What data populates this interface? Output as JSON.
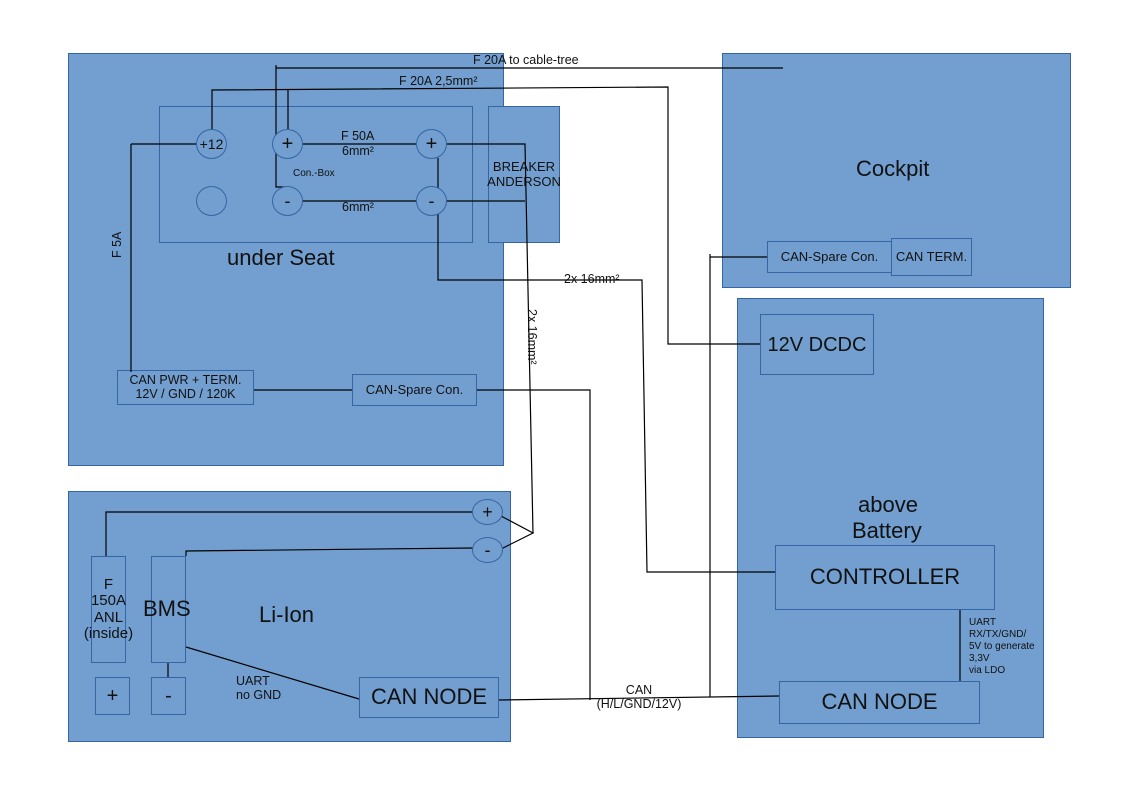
{
  "regions": {
    "under_seat": {
      "title": "under Seat"
    },
    "cockpit": {
      "title": "Cockpit"
    },
    "above_battery": {
      "title_line1": "above",
      "title_line2": "Battery"
    },
    "li_ion": {
      "title": "Li-Ion"
    }
  },
  "components": {
    "con_box_label": "Con.-Box",
    "terminal_plus12": "+12",
    "terminal_plus": "+",
    "terminal_minus": "-",
    "breaker": {
      "line1": "BREAKER",
      "line2": "ANDERSON"
    },
    "can_pwr_term": {
      "line1": "CAN PWR + TERM.",
      "line2": "12V / GND / 120K"
    },
    "can_spare_con_seat": "CAN-Spare Con.",
    "can_spare_con_cockpit": "CAN-Spare Con.",
    "can_term": "CAN TERM.",
    "dcdc": "12V DCDC",
    "controller": "CONTROLLER",
    "can_node_battery": "CAN NODE",
    "can_node_liion": "CAN NODE",
    "bms": "BMS",
    "fuse_150": {
      "line1": "F",
      "line2": "150A",
      "line3": "ANL",
      "line4": "(inside)"
    },
    "pole_plus": "+",
    "pole_minus": "-"
  },
  "wire_labels": {
    "f20_cable_tree": "F 20A to cable-tree",
    "f20_25mm": "F 20A 2,5mm²",
    "f50_line1": "F 50A",
    "f50_line2": "6mm²",
    "neg_6mm": "6mm²",
    "f5a": "F 5A",
    "horiz_16mm": "2x 16mm²",
    "vert_16mm": "2x 16mm²",
    "uart_no_gnd": {
      "line1": "UART",
      "line2": "no GND"
    },
    "can_bus": {
      "line1": "CAN",
      "line2": "(H/L/GND/12V)"
    },
    "uart_ctrl": {
      "line1": "UART",
      "line2": "RX/TX/GND/",
      "line3": "5V to generate",
      "line4": "3,3V",
      "line5": "via LDO"
    }
  },
  "colors": {
    "fill": "#729fcf",
    "border": "#3465a4",
    "wire": "#000000"
  }
}
